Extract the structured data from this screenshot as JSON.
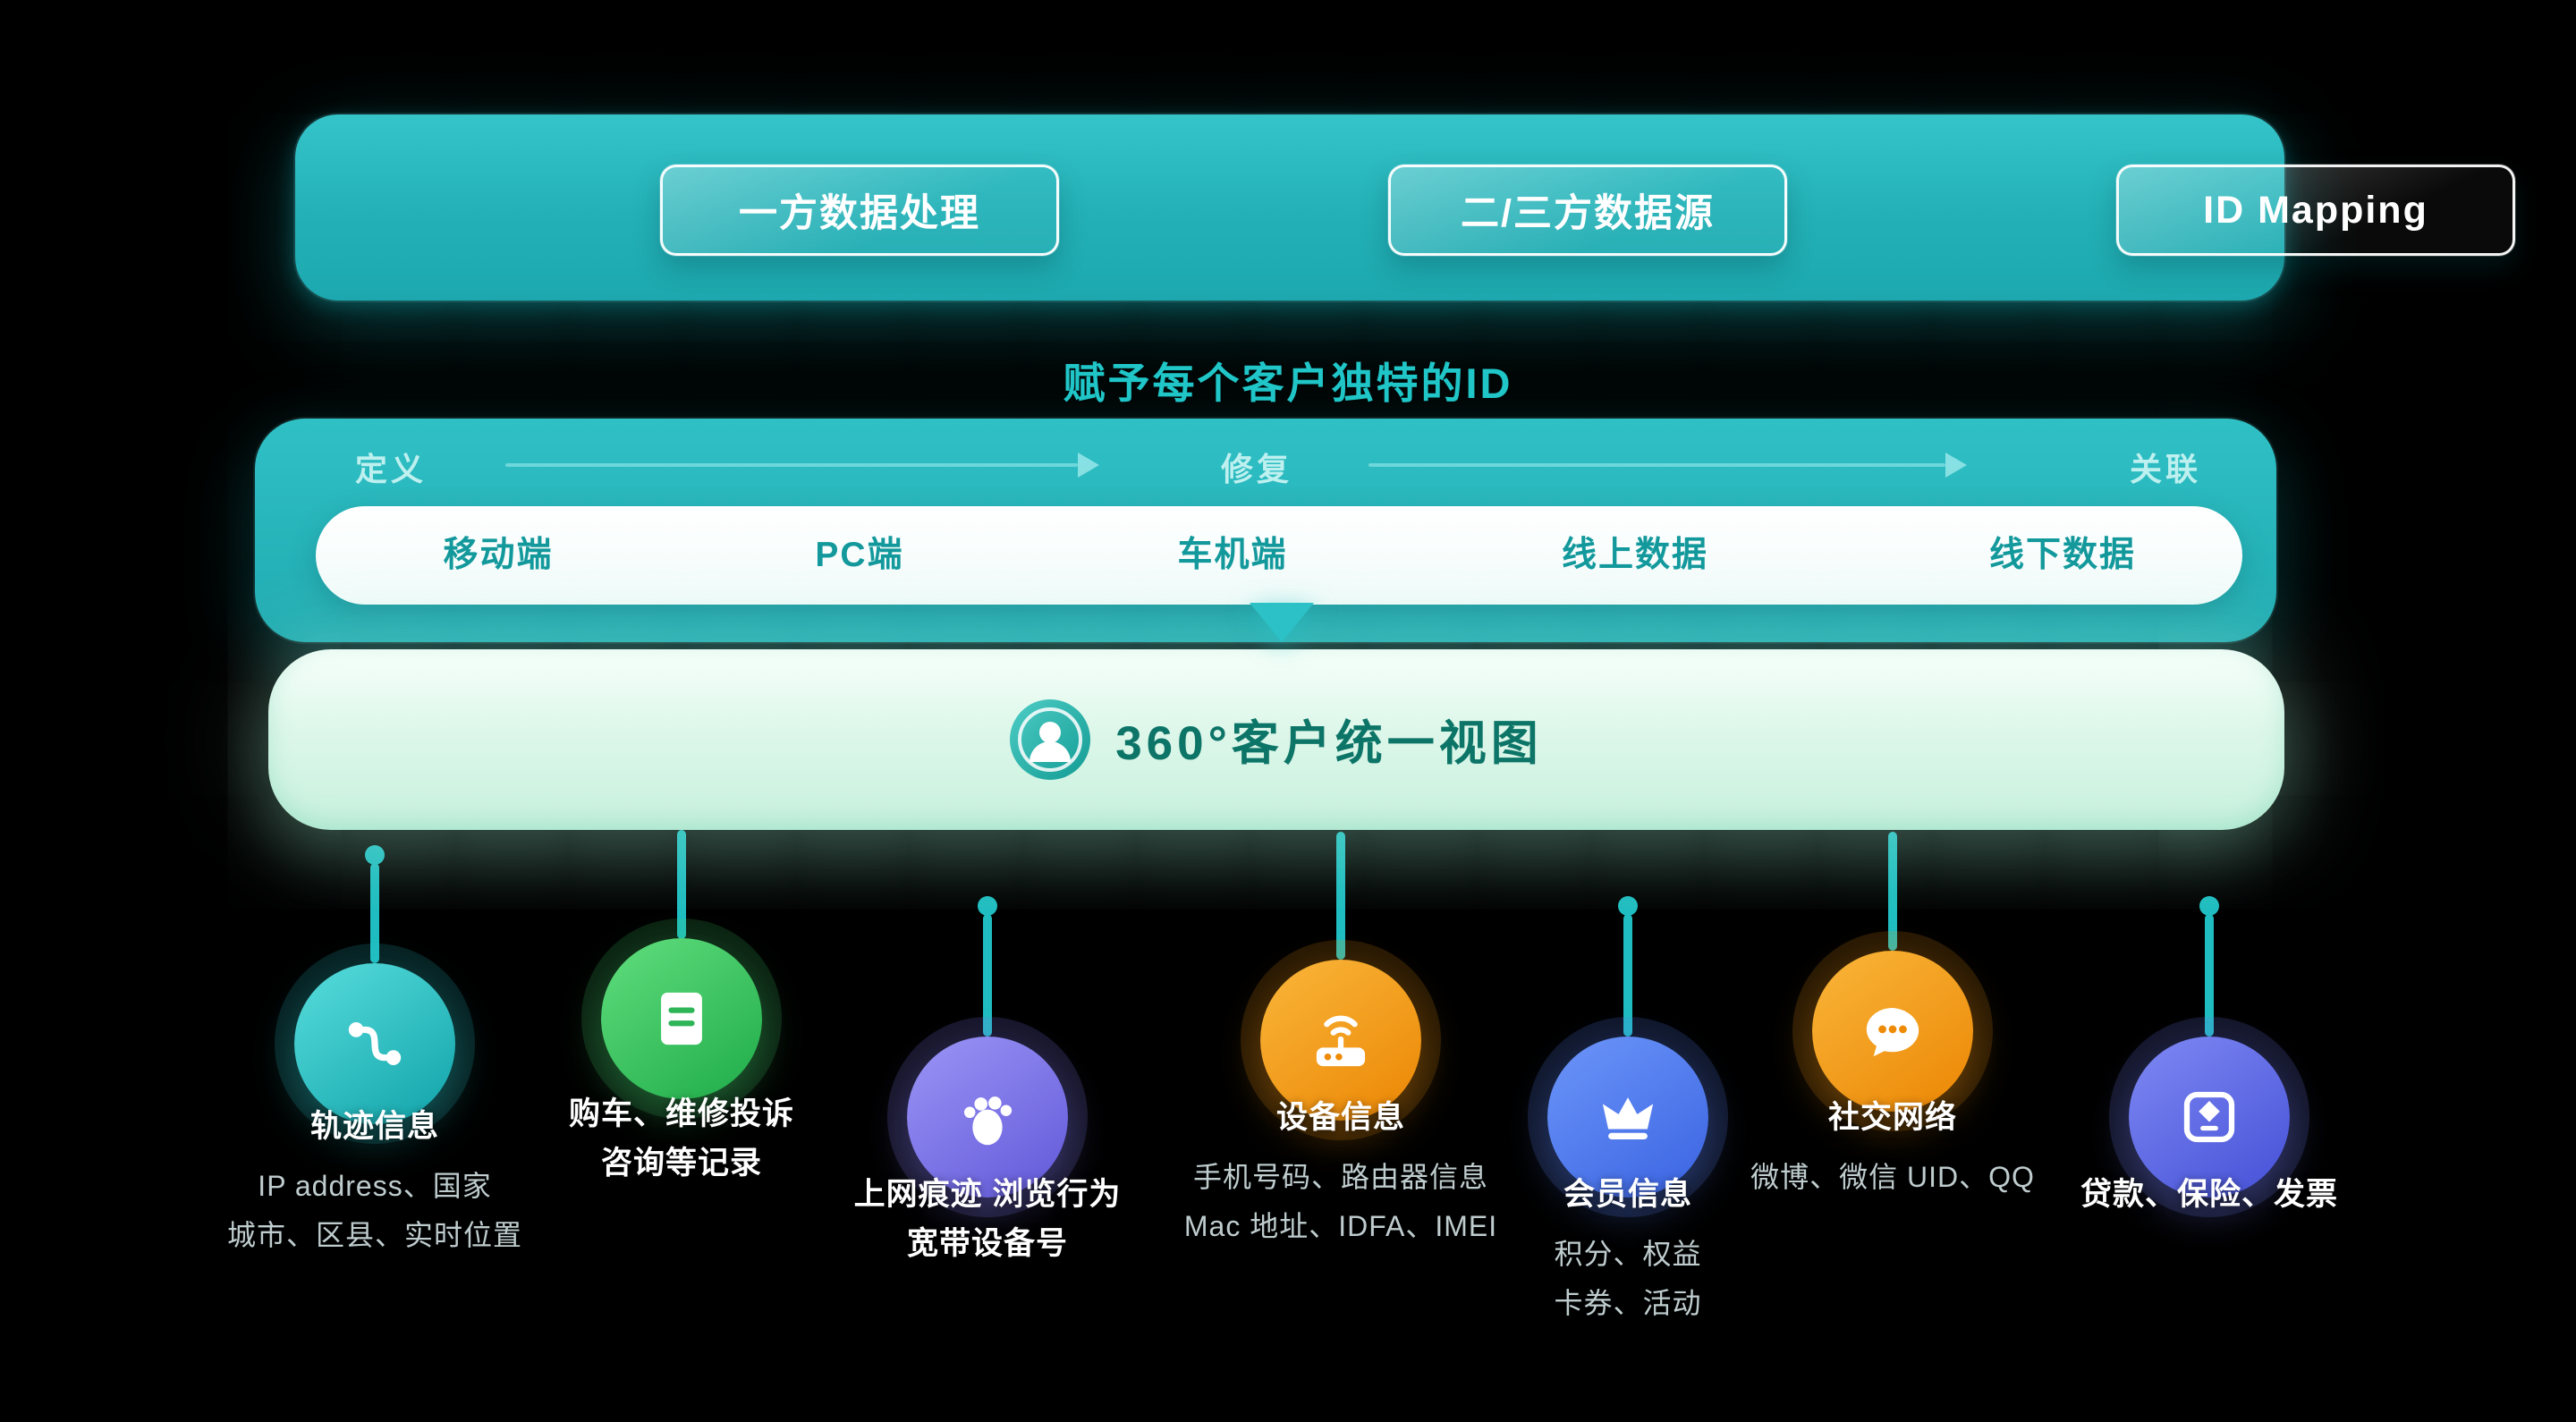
{
  "top_banner": {
    "buttons": [
      {
        "label": "一方数据处理"
      },
      {
        "label": "二/三方数据源"
      },
      {
        "label": "ID Mapping"
      }
    ]
  },
  "heading": "赋予每个客户独特的ID",
  "id_process": {
    "stages": [
      {
        "label": "定义"
      },
      {
        "label": "修复"
      },
      {
        "label": "关联"
      }
    ],
    "channels": [
      {
        "label": "移动端"
      },
      {
        "label": "PC端"
      },
      {
        "label": "车机端"
      },
      {
        "label": "线上数据"
      },
      {
        "label": "线下数据"
      }
    ]
  },
  "unified_view": {
    "label": "360°客户统一视图",
    "icon": "person-icon"
  },
  "sources": [
    {
      "icon": "route-icon",
      "color": "#1db6ba",
      "title_lines": [
        "轨迹信息"
      ],
      "desc_lines": [
        "IP address、国家",
        "城市、区县、实时位置"
      ]
    },
    {
      "icon": "document-icon",
      "color": "#35c25d",
      "title_lines": [
        "购车、维修投诉",
        "咨询等记录"
      ],
      "desc_lines": []
    },
    {
      "icon": "footprint-icon",
      "color": "#7b72ea",
      "title_lines": [
        "上网痕迹 浏览行为",
        "宽带设备号"
      ],
      "desc_lines": []
    },
    {
      "icon": "router-icon",
      "color": "#f29c13",
      "title_lines": [
        "设备信息"
      ],
      "desc_lines": [
        "手机号码、路由器信息",
        "Mac 地址、IDFA、IMEI"
      ]
    },
    {
      "icon": "crown-icon",
      "color": "#4f7cf0",
      "title_lines": [
        "会员信息"
      ],
      "desc_lines": [
        "积分、权益",
        "卡券、活动"
      ]
    },
    {
      "icon": "chat-icon",
      "color": "#f29c13",
      "title_lines": [
        "社交网络"
      ],
      "desc_lines": [
        "微博、微信 UID、QQ"
      ]
    },
    {
      "icon": "invoice-icon",
      "color": "#5b66e8",
      "title_lines": [
        "贷款、保险、发票"
      ],
      "desc_lines": []
    }
  ],
  "colors": {
    "background": "#000000",
    "banner_teal": "#24b6bb",
    "heading_teal": "#21c6c8",
    "channel_text": "#13999c",
    "unified_text": "#0d7568",
    "mint_bar": "#d9f6e8",
    "connector": "#1fbdc1"
  }
}
